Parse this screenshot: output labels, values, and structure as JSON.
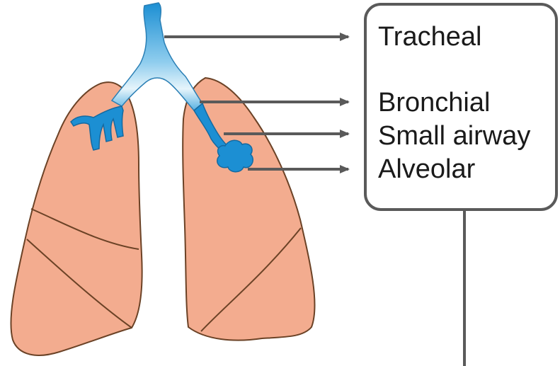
{
  "diagram": {
    "labels": {
      "tracheal": "Tracheal",
      "bronchial": "Bronchial",
      "small_airway": "Small airway",
      "alveolar": "Alveolar"
    },
    "colors": {
      "lung_fill": "#f3ac8f",
      "lung_stroke": "#6b4226",
      "airway_blue": "#1c8fd3",
      "airway_highlight": "#e6f4fb",
      "connector_gray": "#5a5a5a"
    }
  }
}
